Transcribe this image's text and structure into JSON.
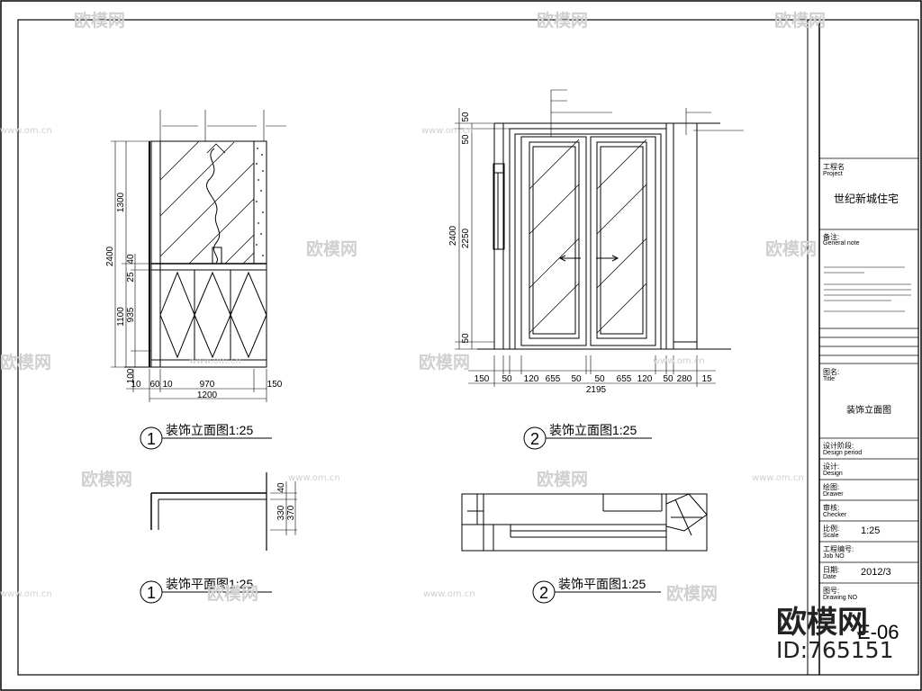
{
  "title_block": {
    "project_label_cn": "工程名",
    "project_label_en": "Project",
    "project_name": "世纪新城住宅",
    "general_note_cn": "备注:",
    "general_note_en": "General note",
    "drawing_title_cn": "图名:",
    "drawing_title_en": "Title",
    "drawing_title_value": "装饰立面图",
    "design_cn": "设计阶段:",
    "design_en": "Design period",
    "designer_cn": "设计:",
    "designer_en": "Design",
    "drawer_cn": "绘图:",
    "drawer_en": "Drawer",
    "checker_cn": "审核:",
    "checker_en": "Checker",
    "scale_cn": "比例:",
    "scale_en": "Scale",
    "scale_value": "1:25",
    "job_cn": "工程编号:",
    "job_en": "Job NO",
    "date_cn": "日期:",
    "date_en": "Date",
    "date_value": "2012/3",
    "drawing_no_cn": "图号:",
    "drawing_no_en": "Drawing NO",
    "drawing_no_value": "E-06"
  },
  "views": {
    "elev1_label": "装饰立面图1:25",
    "elev2_label": "装饰立面图1:25",
    "plan1_label": "装饰平面图1:25",
    "plan2_label": "装饰平面图1:25",
    "num1": "1",
    "num2": "2"
  },
  "elev1_dims": {
    "total_h": "2400",
    "d1300": "1300",
    "d40": "40",
    "d25": "25",
    "d1100": "1100",
    "d935": "935",
    "d100": "100",
    "w10a": "10",
    "w60": "60",
    "w10b": "10",
    "w970": "970",
    "w150": "150",
    "w1200": "1200"
  },
  "elev2_dims": {
    "d50a": "50",
    "d50b": "50",
    "total_h": "2400",
    "d2250": "2250",
    "d50c": "50",
    "w150": "150",
    "w50a": "50",
    "w120a": "120",
    "w655a": "655",
    "w50b": "50",
    "w50c": "50",
    "w655b": "655",
    "w120b": "120",
    "w50d": "50",
    "w280": "280",
    "w15": "15",
    "w2195": "2195"
  },
  "plan1_dims": {
    "d40": "40",
    "d330": "330",
    "d370": "370"
  },
  "watermark": {
    "brand": "欧模网",
    "id": "ID:765151",
    "url": "www.om.cn"
  }
}
